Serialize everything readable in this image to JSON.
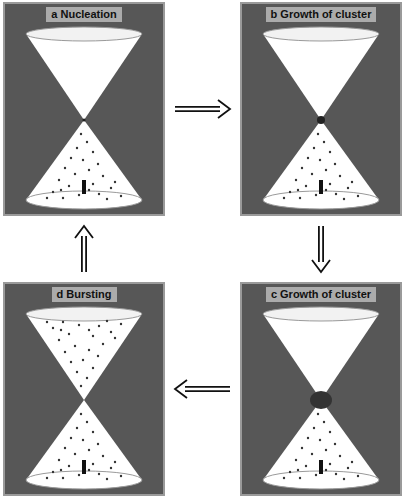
{
  "diagram": {
    "nodes": [
      {
        "text": [
          "a Nucleation"
        ]
      },
      {
        "text": [
          "b Growth of cluster"
        ]
      },
      {
        "text": [
          "c Growth of cluster"
        ]
      },
      {
        "text": [
          "d Bursting"
        ]
      }
    ],
    "edges": [
      {
        "from": 0,
        "to": 1,
        "arrow": "to"
      },
      {
        "from": 1,
        "to": 2,
        "arrow": "to"
      },
      {
        "from": 2,
        "to": 3,
        "arrow": "to"
      },
      {
        "from": 3,
        "to": 0,
        "arrow": "to"
      }
    ]
  }
}
